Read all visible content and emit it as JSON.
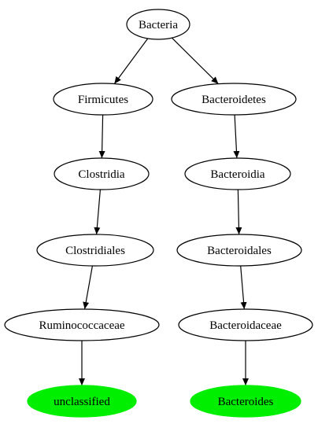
{
  "diagram": {
    "type": "taxonomy-tree",
    "nodes": [
      {
        "id": "bacteria",
        "label": "Bacteria",
        "highlight": false
      },
      {
        "id": "firmicutes",
        "label": "Firmicutes",
        "highlight": false
      },
      {
        "id": "bacteroidetes",
        "label": "Bacteroidetes",
        "highlight": false
      },
      {
        "id": "clostridia",
        "label": "Clostridia",
        "highlight": false
      },
      {
        "id": "bacteroidia",
        "label": "Bacteroidia",
        "highlight": false
      },
      {
        "id": "clostridiales",
        "label": "Clostridiales",
        "highlight": false
      },
      {
        "id": "bacteroidales",
        "label": "Bacteroidales",
        "highlight": false
      },
      {
        "id": "ruminococcaceae",
        "label": "Ruminococcaceae",
        "highlight": false
      },
      {
        "id": "bacteroidaceae",
        "label": "Bacteroidaceae",
        "highlight": false
      },
      {
        "id": "unclassified",
        "label": "unclassified",
        "highlight": true
      },
      {
        "id": "bacteroides",
        "label": "Bacteroides",
        "highlight": true
      }
    ],
    "edges": [
      {
        "from": "bacteria",
        "to": "firmicutes"
      },
      {
        "from": "bacteria",
        "to": "bacteroidetes"
      },
      {
        "from": "firmicutes",
        "to": "clostridia"
      },
      {
        "from": "clostridia",
        "to": "clostridiales"
      },
      {
        "from": "clostridiales",
        "to": "ruminococcaceae"
      },
      {
        "from": "ruminococcaceae",
        "to": "unclassified"
      },
      {
        "from": "bacteroidetes",
        "to": "bacteroidia"
      },
      {
        "from": "bacteroidia",
        "to": "bacteroidales"
      },
      {
        "from": "bacteroidales",
        "to": "bacteroidaceae"
      },
      {
        "from": "bacteroidaceae",
        "to": "bacteroides"
      }
    ],
    "colors": {
      "node_fill": "#ffffff",
      "highlight_fill": "#00ee00",
      "stroke": "#000000"
    }
  }
}
